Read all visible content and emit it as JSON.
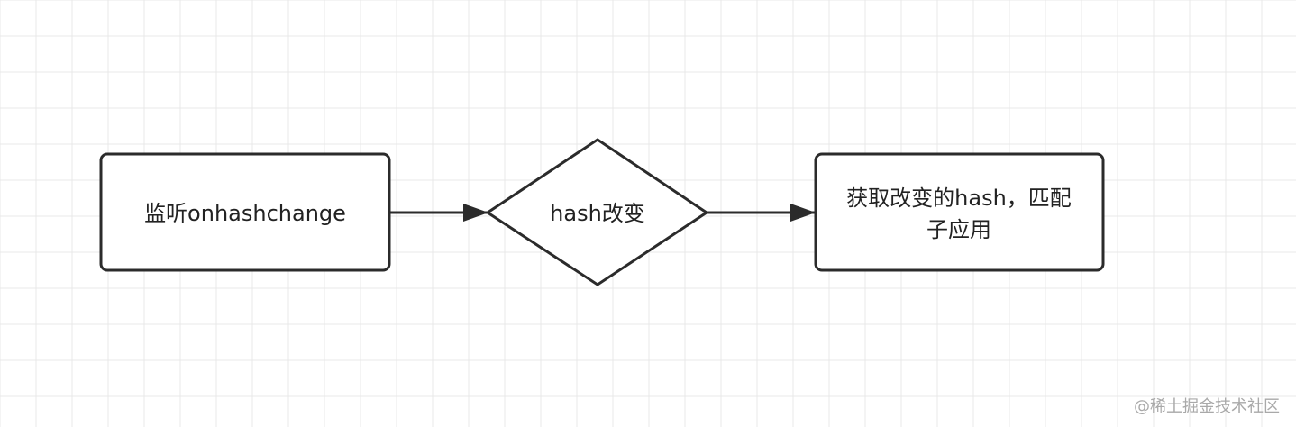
{
  "diagram": {
    "nodes": [
      {
        "id": "listen",
        "shape": "rounded-rectangle",
        "lines": [
          "监听onhashchange"
        ]
      },
      {
        "id": "decision",
        "shape": "diamond",
        "lines": [
          "hash改变"
        ]
      },
      {
        "id": "match",
        "shape": "rounded-rectangle",
        "lines": [
          "获取改变的hash，匹配",
          "子应用"
        ]
      }
    ],
    "edges": [
      {
        "from": "listen",
        "to": "decision",
        "arrow": "filled"
      },
      {
        "from": "decision",
        "to": "match",
        "arrow": "filled"
      }
    ],
    "colors": {
      "background": "#ffffff",
      "grid": "#e8e8e8",
      "stroke": "#2b2b2b",
      "text": "#222222",
      "watermark": "#a9a9a9"
    }
  },
  "watermark": "@稀土掘金技术社区"
}
